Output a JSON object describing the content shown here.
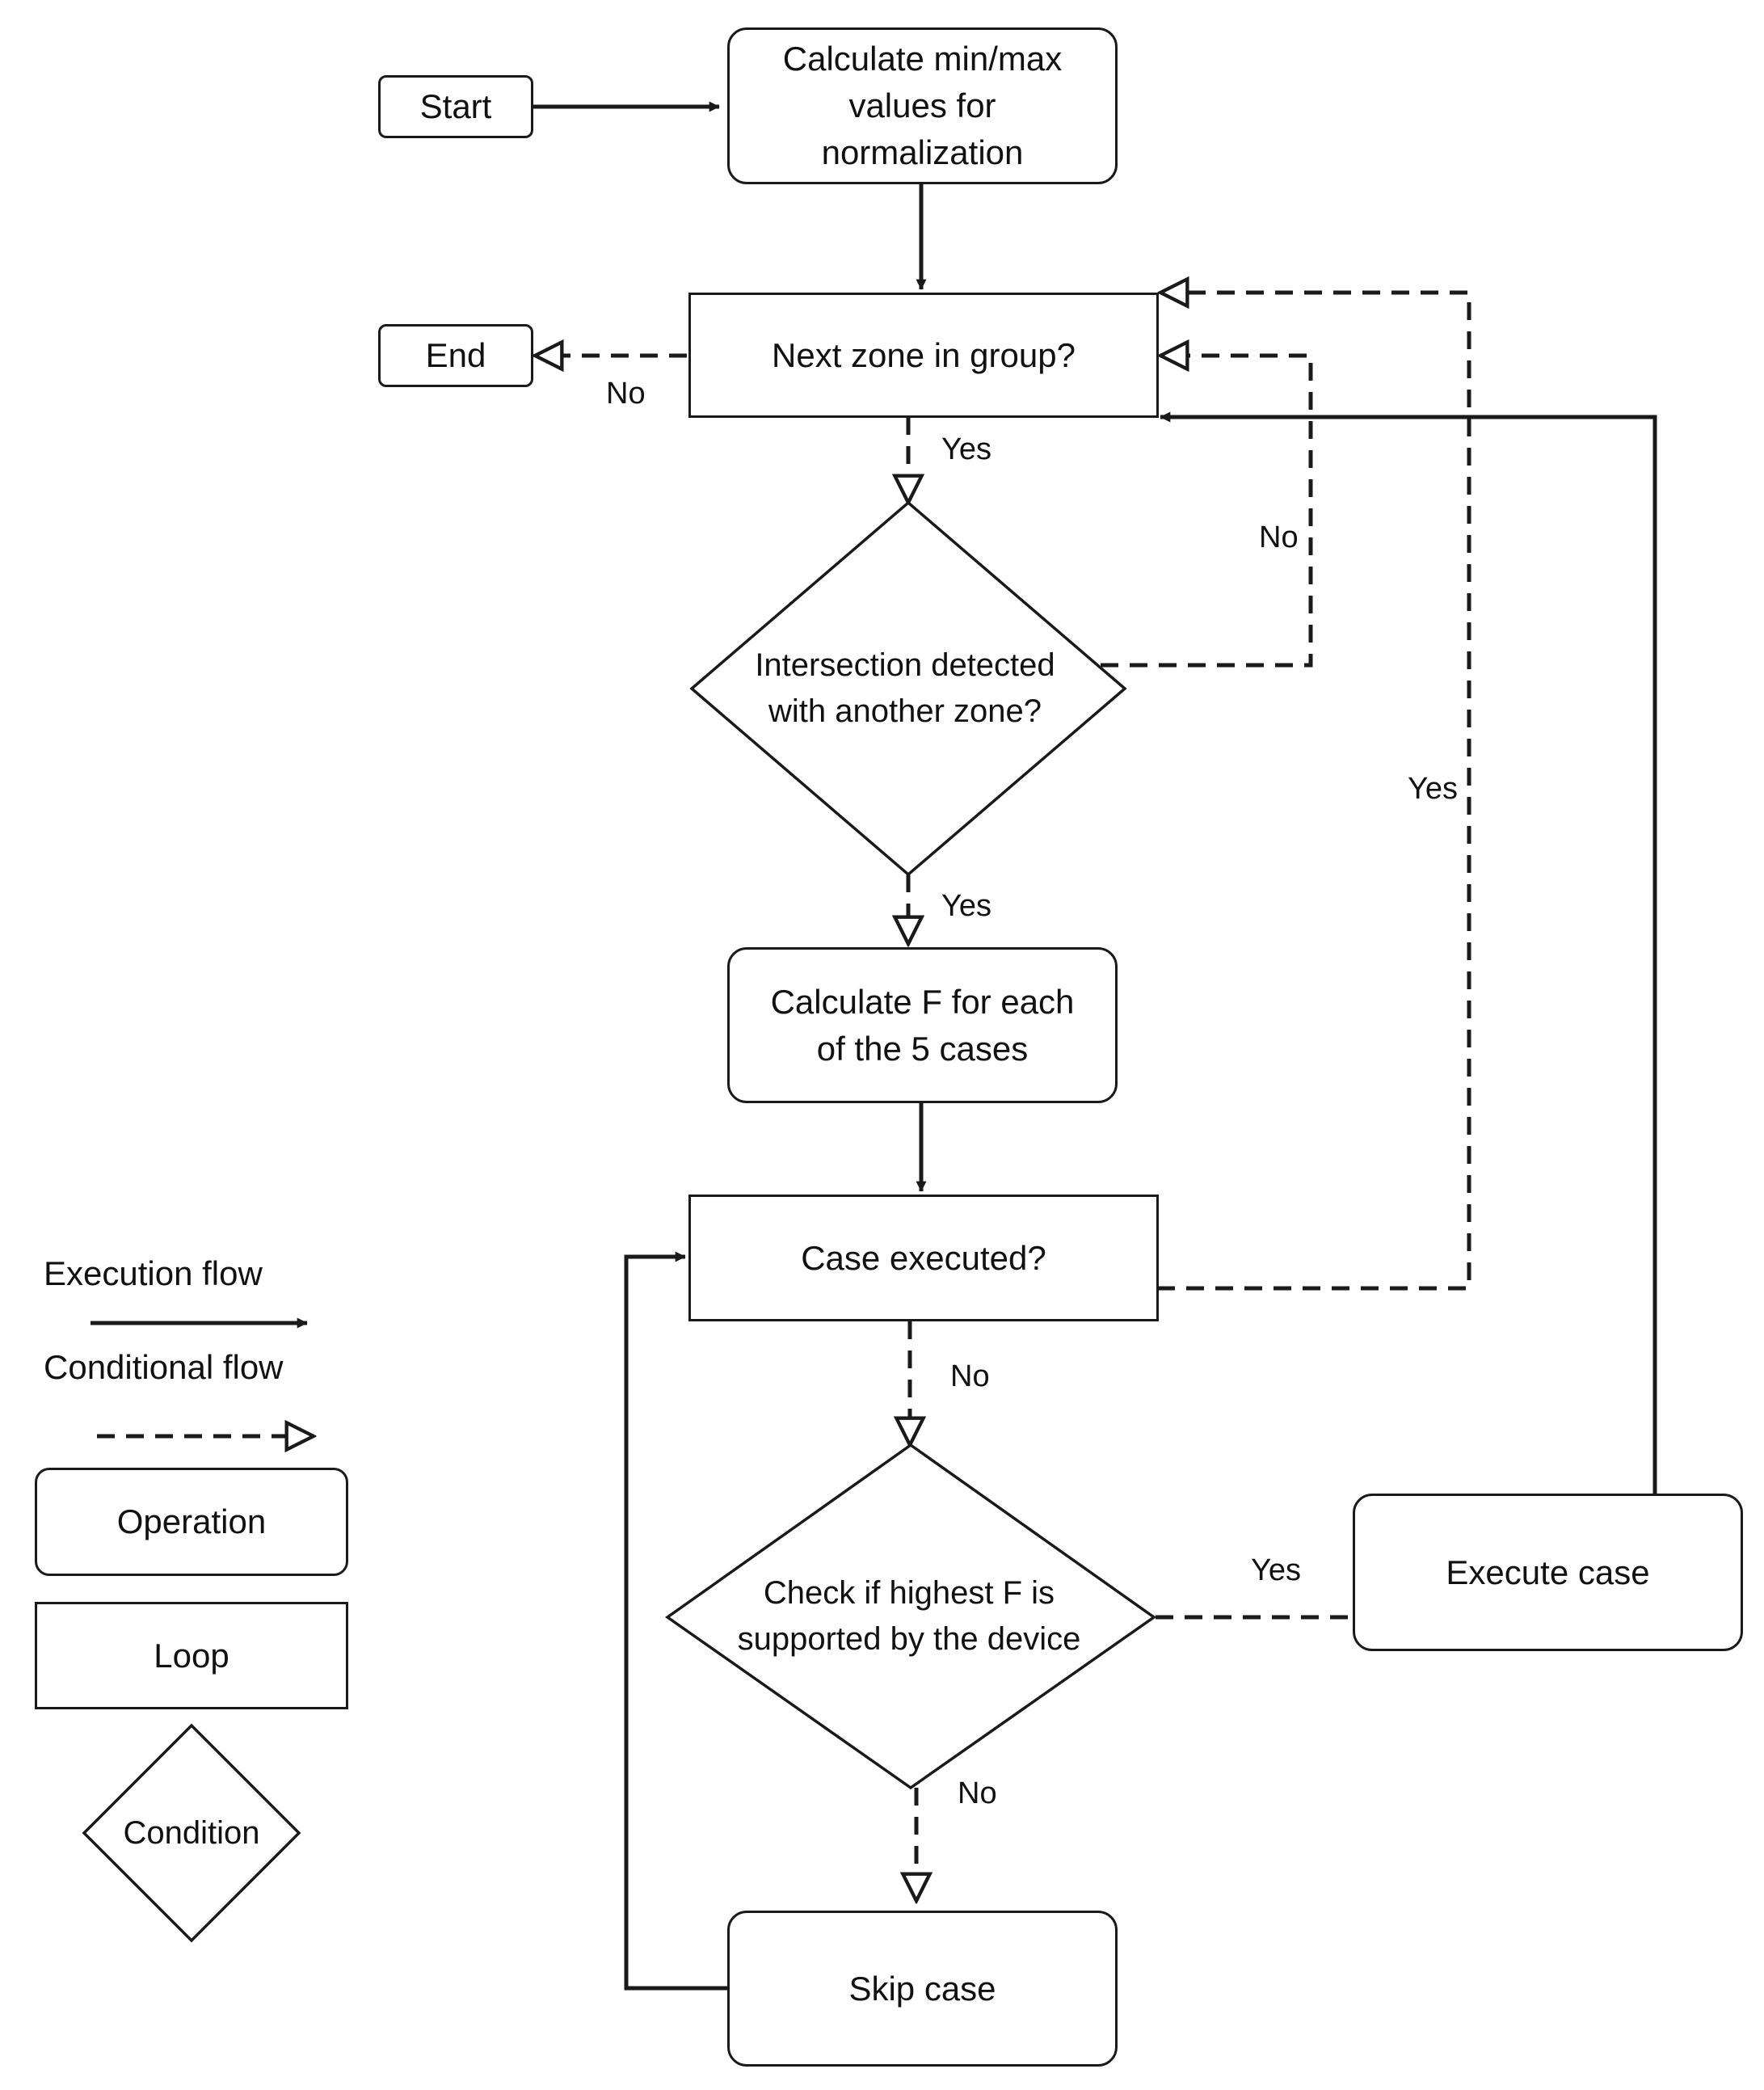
{
  "nodes": {
    "start": "Start",
    "calc_minmax": "Calculate min/max\nvalues for\nnormalization",
    "end": "End",
    "next_zone": "Next zone in group?",
    "intersection": "Intersection detected\nwith another zone?",
    "calc_f": "Calculate F for each\nof the 5 cases",
    "case_executed": "Case executed?",
    "check_f": "Check if highest F is\nsupported by the device",
    "execute_case": "Execute case",
    "skip_case": "Skip case"
  },
  "edge_labels": {
    "next_zone_no": "No",
    "next_zone_yes": "Yes",
    "intersection_no": "No",
    "intersection_yes": "Yes",
    "case_executed_yes": "Yes",
    "case_executed_no": "No",
    "check_f_yes": "Yes",
    "check_f_no": "No"
  },
  "legend": {
    "execution_flow": "Execution flow",
    "conditional_flow": "Conditional flow",
    "operation": "Operation",
    "loop": "Loop",
    "condition": "Condition"
  },
  "colors": {
    "stroke": "#1a1a1a",
    "background": "#ffffff"
  }
}
